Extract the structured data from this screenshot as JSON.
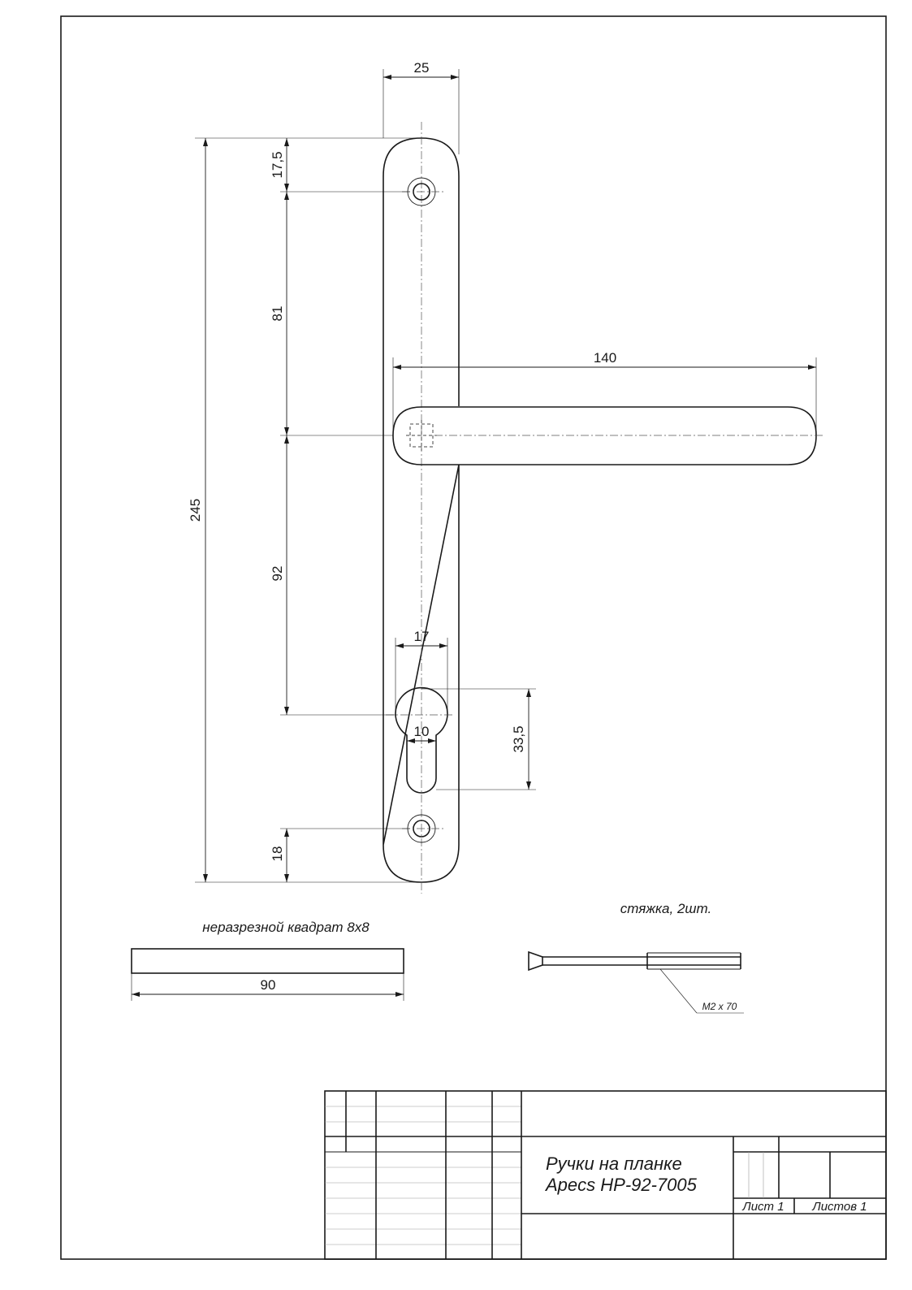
{
  "drawing": {
    "dimensions": {
      "plate_width": "25",
      "top_to_hole": "17,5",
      "hole_to_spindle": "81",
      "total_length": "245",
      "spindle_to_cylinder": "92",
      "lever_length": "140",
      "cylinder_width": "17",
      "cylinder_slot_width": "10",
      "cylinder_height": "33,5",
      "bottom_to_hole": "18",
      "square_length": "90"
    },
    "captions": {
      "square": "неразрезной квадрат 8х8",
      "screw": "стяжка, 2шт.",
      "screw_size": "М2 х 70"
    }
  },
  "title_block": {
    "title_line1": "Ручки на планке",
    "title_line2": "Apecs HP-92-7005",
    "sheet": "Лист 1",
    "sheets": "Листов 1"
  }
}
